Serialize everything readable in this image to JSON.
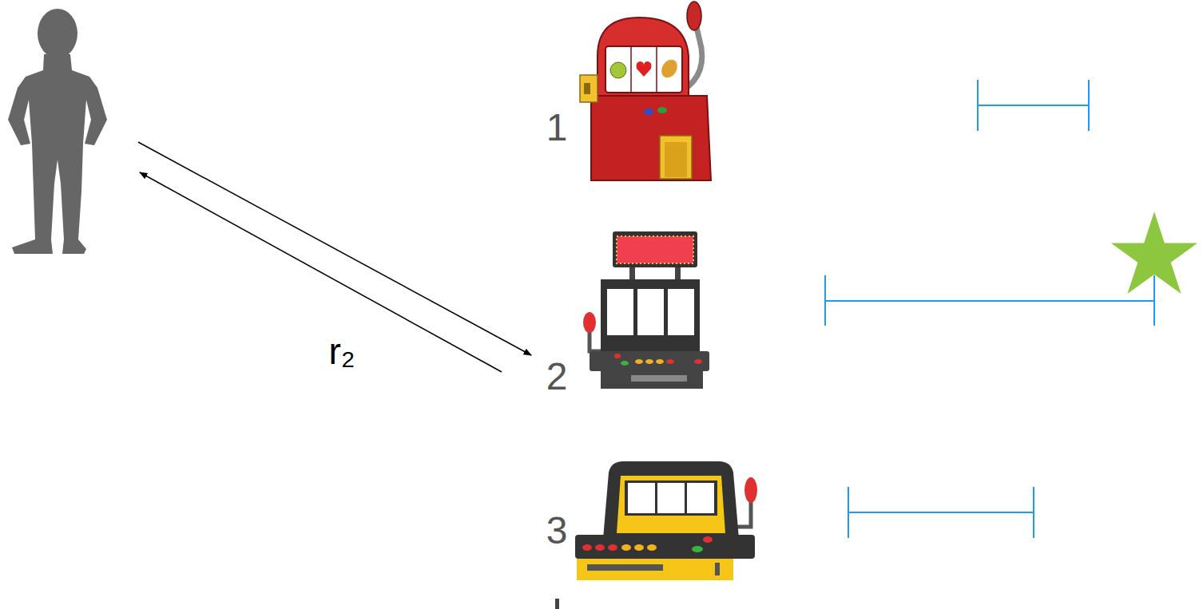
{
  "diagram": {
    "labels": [
      "1",
      "2",
      "3",
      "r₂"
    ]
  }
}
